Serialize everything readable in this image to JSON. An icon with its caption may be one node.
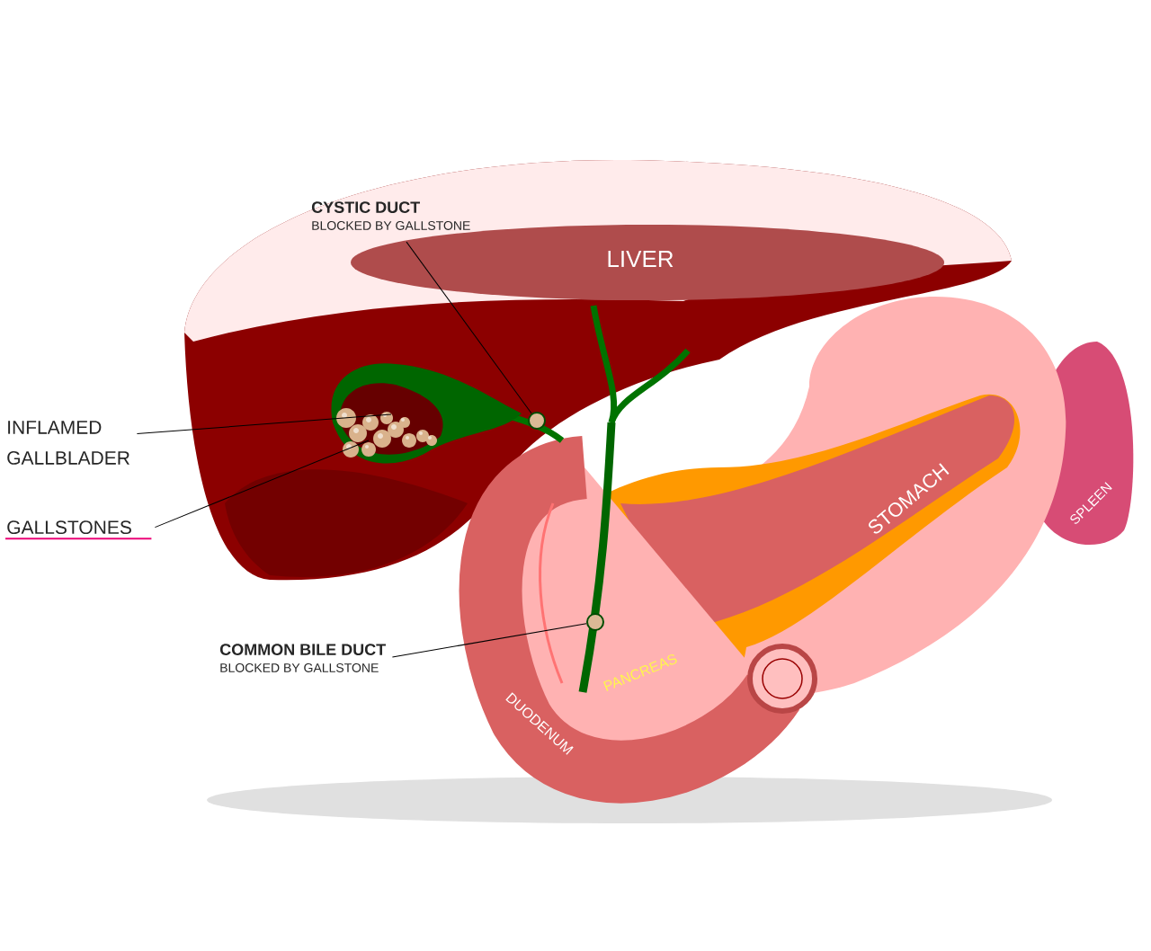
{
  "diagram": {
    "nodes": [
      {
        "text": [
          "CYSTIC DUCT",
          "BLOCKED BY GALLSTONE"
        ]
      },
      {
        "text": [],
        "shape": "circle"
      },
      {
        "text": [
          "INFLAMED GALLBLADER"
        ]
      },
      {
        "text": [
          "GALLSTONES"
        ]
      },
      {
        "text": [
          "COMMON BILE DUCT",
          "BLOCKED BY GALLSTONE"
        ]
      },
      {
        "text": [],
        "shape": "circle"
      }
    ],
    "edges": [
      {
        "from": 0,
        "to": 1,
        "arrow": "none"
      },
      {
        "from": 2,
        "to": null,
        "arrow": "none"
      },
      {
        "from": 3,
        "to": null,
        "arrow": "none"
      },
      {
        "from": 4,
        "to": 5,
        "arrow": "none"
      }
    ],
    "labels": [
      "LIVER",
      "STOMACH",
      "SPLEEN",
      "PANCREAS",
      "DUODENUM"
    ]
  }
}
